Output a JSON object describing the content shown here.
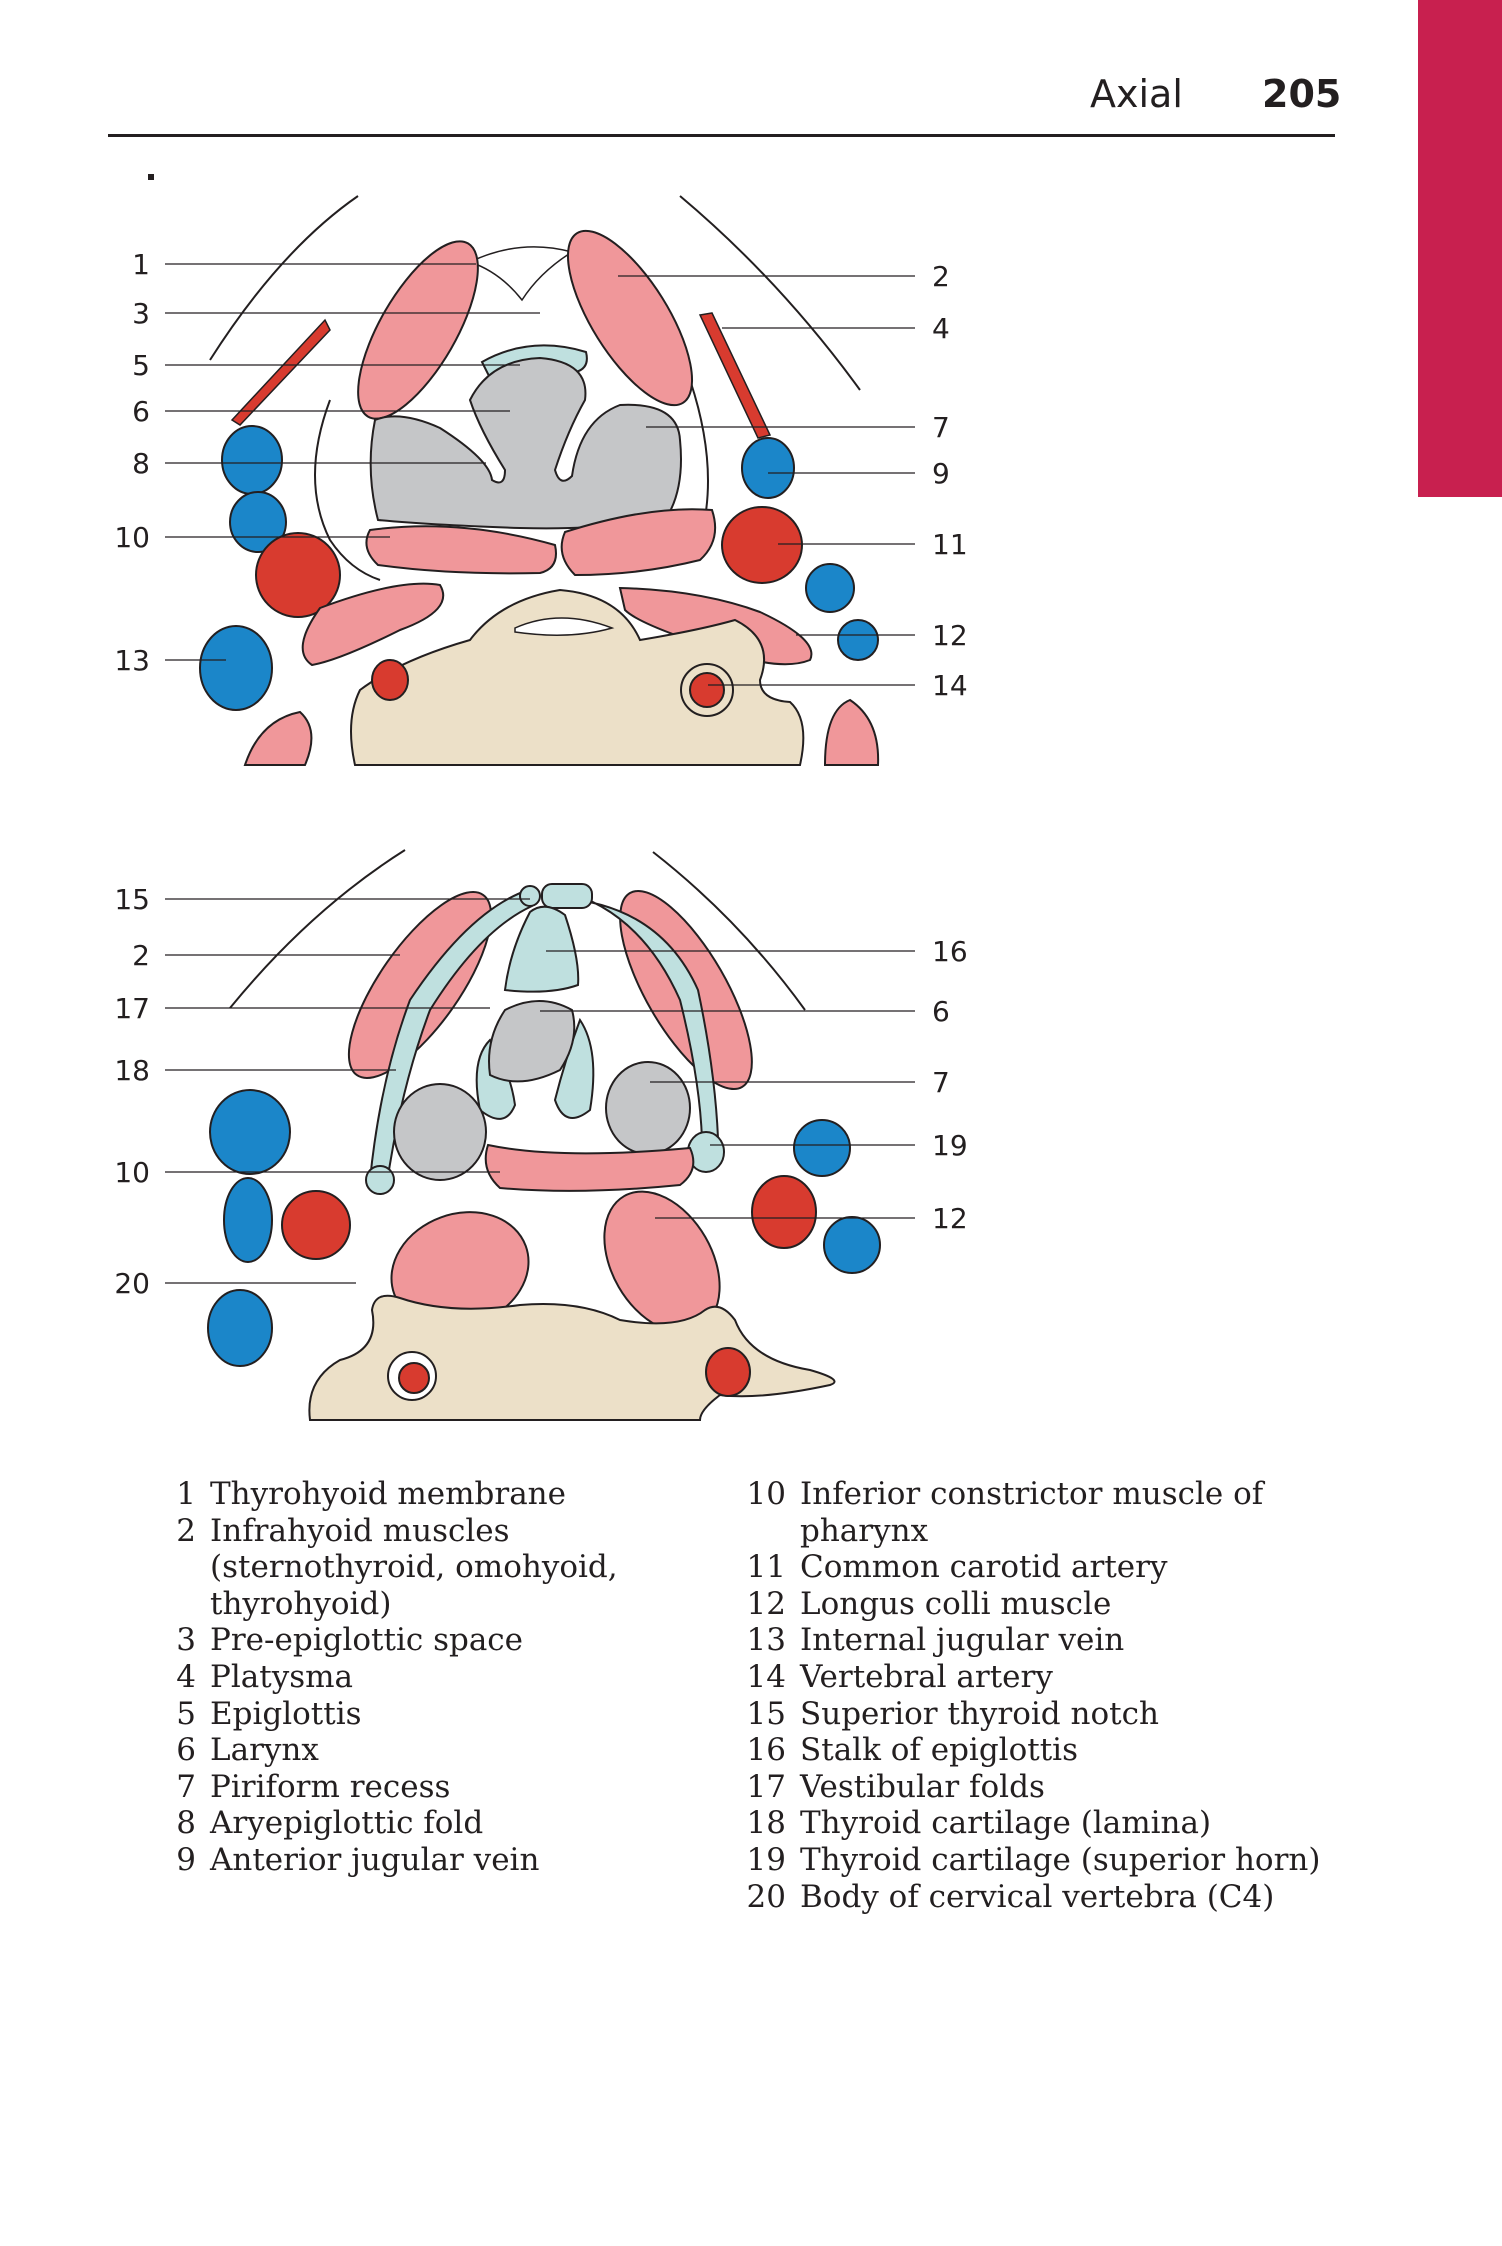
{
  "header": {
    "section": "Axial",
    "page_number": "205"
  },
  "colors": {
    "muscle": "#f0979a",
    "artery": "#d83b2f",
    "vein": "#1b86c9",
    "cartilage_gray": "#c5c6c8",
    "cartilage_blue": "#bfe0df",
    "bone": "#ece0c8",
    "thumb_tab": "#c8204f"
  },
  "figure_top": {
    "callouts_left": [
      "1",
      "3",
      "5",
      "6",
      "8",
      "10",
      "13"
    ],
    "callouts_right": [
      "2",
      "4",
      "7",
      "9",
      "11",
      "12",
      "14"
    ]
  },
  "figure_bottom": {
    "callouts_left": [
      "15",
      "2",
      "17",
      "18",
      "10",
      "20"
    ],
    "callouts_right": [
      "16",
      "6",
      "7",
      "19",
      "12"
    ]
  },
  "legend": {
    "left": [
      {
        "num": "1",
        "text": "Thyrohyoid membrane"
      },
      {
        "num": "2",
        "text": "Infrahyoid muscles\n(sternothyroid, omohyoid,\nthyrohyoid)"
      },
      {
        "num": "3",
        "text": "Pre-epiglottic space"
      },
      {
        "num": "4",
        "text": "Platysma"
      },
      {
        "num": "5",
        "text": "Epiglottis"
      },
      {
        "num": "6",
        "text": "Larynx"
      },
      {
        "num": "7",
        "text": "Piriform recess"
      },
      {
        "num": "8",
        "text": "Aryepiglottic fold"
      },
      {
        "num": "9",
        "text": "Anterior jugular vein"
      }
    ],
    "right": [
      {
        "num": "10",
        "text": "Inferior constrictor muscle of pharynx"
      },
      {
        "num": "11",
        "text": "Common carotid artery"
      },
      {
        "num": "12",
        "text": "Longus colli muscle"
      },
      {
        "num": "13",
        "text": "Internal jugular vein"
      },
      {
        "num": "14",
        "text": "Vertebral artery"
      },
      {
        "num": "15",
        "text": "Superior thyroid notch"
      },
      {
        "num": "16",
        "text": "Stalk of epiglottis"
      },
      {
        "num": "17",
        "text": "Vestibular folds"
      },
      {
        "num": "18",
        "text": "Thyroid cartilage (lamina)"
      },
      {
        "num": "19",
        "text": "Thyroid cartilage (superior horn)"
      },
      {
        "num": "20",
        "text": "Body of cervical vertebra (C4)"
      }
    ]
  }
}
